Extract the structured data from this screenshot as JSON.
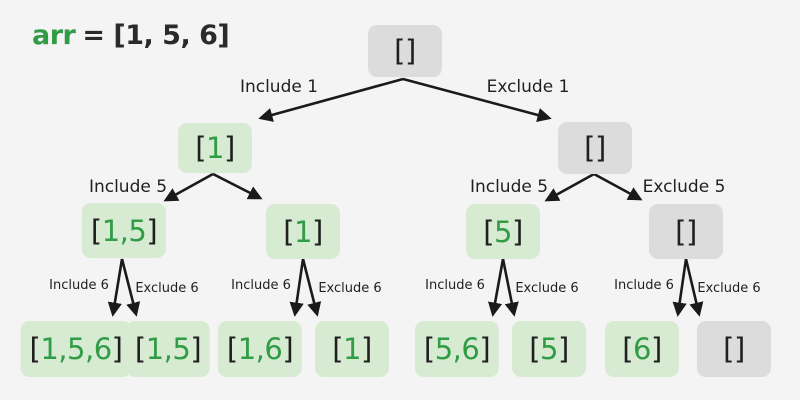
{
  "title": {
    "variable": "arr",
    "equals_rest": "= [1, 5, 6]"
  },
  "colors": {
    "background": "#f4f4f5",
    "node_green_bg": "#d7ebd3",
    "node_gray_bg": "#dcdcdd",
    "value_green": "#319c46",
    "text_dark": "#1f1f1f",
    "edge": "#1a1a1a"
  },
  "brackets": {
    "open": "[",
    "close": "]"
  },
  "edge_labels": {
    "include_1": "Include 1",
    "exclude_1": "Exclude 1",
    "include_5": "Include 5",
    "exclude_5": "Exclude 5",
    "include_6": "Include 6",
    "exclude_6": "Exclude 6"
  },
  "nodes": {
    "root": {
      "content": ""
    },
    "l1_include1": {
      "content": "1"
    },
    "l1_exclude1": {
      "content": ""
    },
    "l2_15": {
      "content": "1,5"
    },
    "l2_1": {
      "content": "1"
    },
    "l2_5": {
      "content": "5"
    },
    "l2_empty": {
      "content": ""
    },
    "leaf_156": {
      "content": "1,5,6"
    },
    "leaf_15": {
      "content": "1,5"
    },
    "leaf_16": {
      "content": "1,6"
    },
    "leaf_1": {
      "content": "1"
    },
    "leaf_56": {
      "content": "5,6"
    },
    "leaf_5": {
      "content": "5"
    },
    "leaf_6": {
      "content": "6"
    },
    "leaf_empty": {
      "content": ""
    }
  }
}
